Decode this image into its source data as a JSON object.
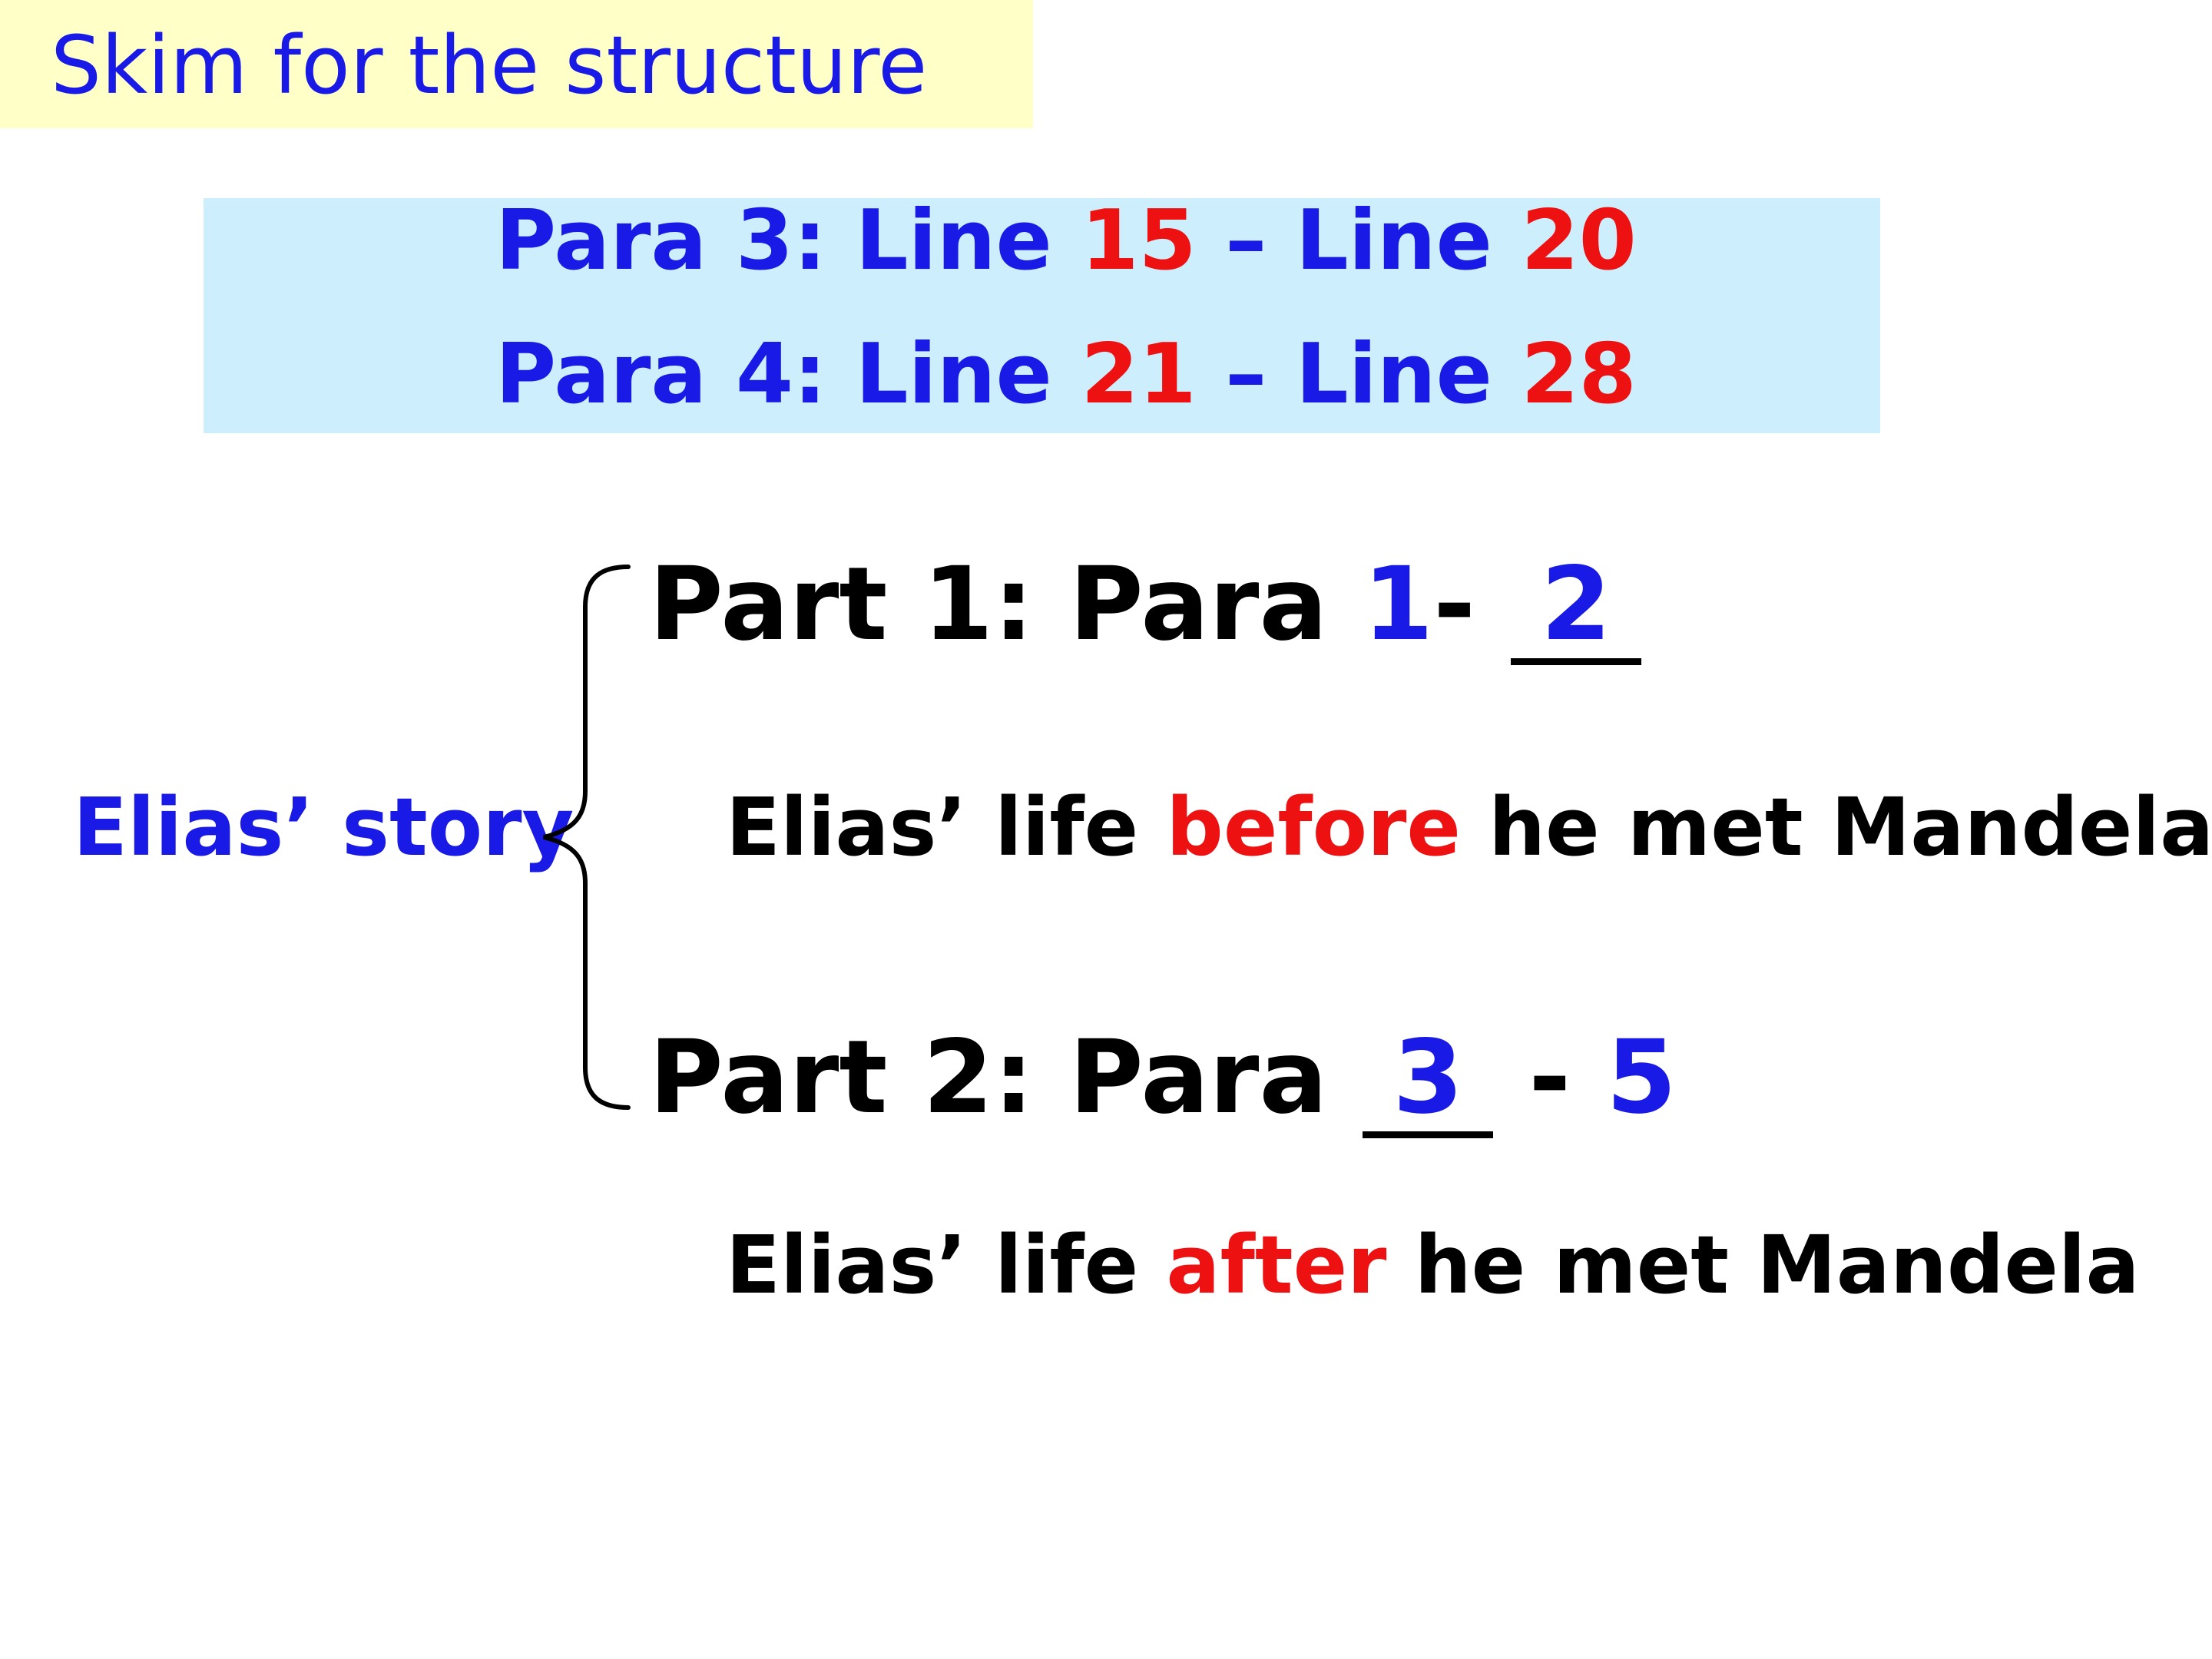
{
  "title": "Skim for the structure",
  "paragraph_lines": [
    {
      "label": "Para 3: Line ",
      "start": "15",
      "sep": " – Line ",
      "end": "20"
    },
    {
      "label": "Para 4: Line ",
      "start": "21",
      "sep": " – Line ",
      "end": "28"
    }
  ],
  "story_label": "Elias’ story",
  "parts": [
    {
      "label": "Part 1: Para ",
      "first": "1",
      "dash": "- ",
      "answer": "2"
    },
    {
      "label": "Part 2: Para ",
      "answer": "3",
      "dash": " - ",
      "last": "5"
    }
  ],
  "descriptions": [
    {
      "prefix": "Elias’ life ",
      "keyword": "before",
      "suffix": " he met Mandela"
    },
    {
      "prefix": "Elias’ life ",
      "keyword": "after",
      "suffix": " he met Mandela"
    }
  ],
  "colors": {
    "accent_blue": "#1a1ae6",
    "highlight_red": "#ee1111",
    "title_bg": "#ffffc8",
    "lines_bg": "#cdeefc"
  },
  "icons": {
    "grouping": "curly-brace-icon"
  }
}
